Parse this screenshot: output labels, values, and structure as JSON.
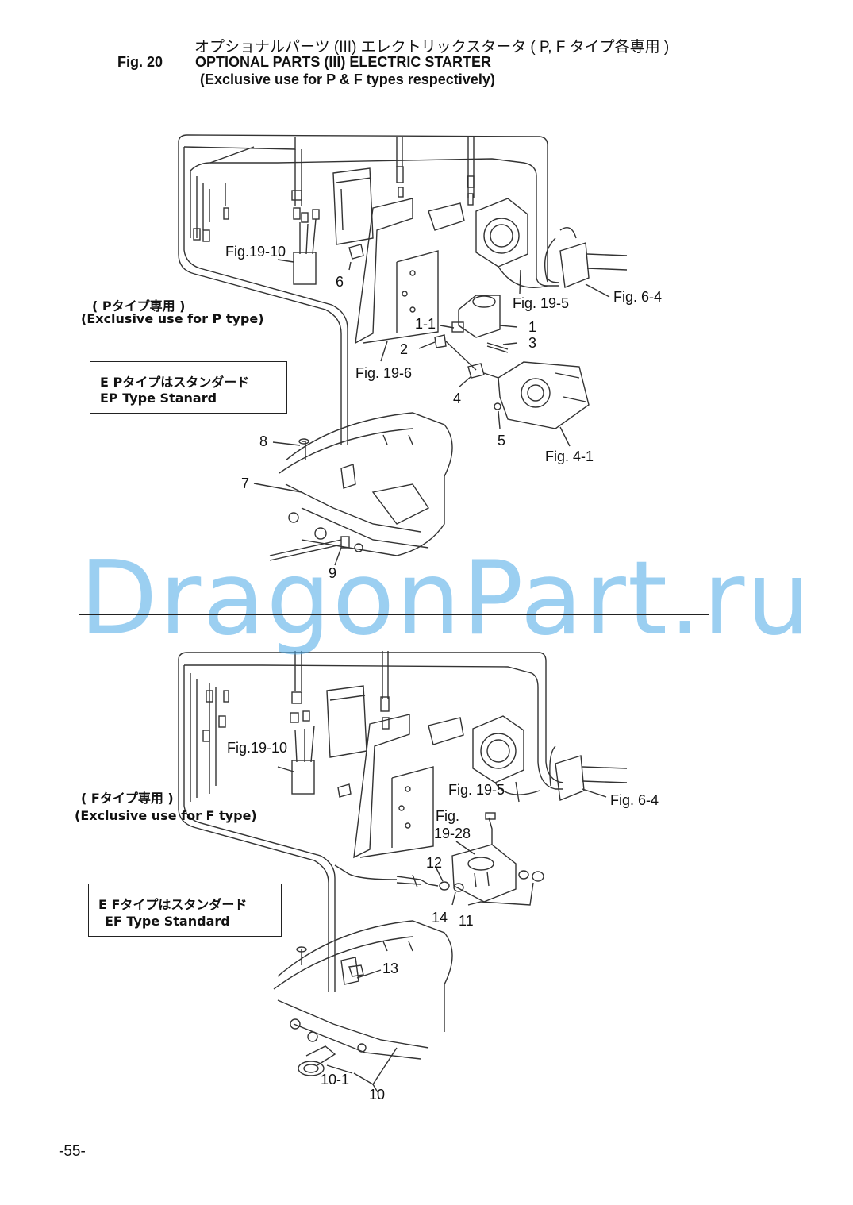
{
  "header": {
    "title_jp": "オプショナルパーツ (III) エレクトリックスタータ ( P, F タイプ各専用 )",
    "fig_number": "Fig. 20",
    "title_en": "OPTIONAL PARTS (III) ELECTRIC STARTER",
    "subtitle_en": "(Exclusive use for P & F types respectively)"
  },
  "top_diagram": {
    "type_label_jp": "( Pタイプ専用 )",
    "type_label_en": "(Exclusive use for P type)",
    "note_box": {
      "line_jp": "E Pタイプはスタンダード",
      "line_en": "EP Type Stanard"
    },
    "callouts": [
      "Fig.19-10",
      "6",
      "Fig. 19-5",
      "Fig. 6-4",
      "1-1",
      "1",
      "2",
      "3",
      "Fig. 19-6",
      "4",
      "5",
      "Fig. 4-1",
      "8",
      "7",
      "9"
    ]
  },
  "bottom_diagram": {
    "type_label_jp": "( Fタイプ専用 )",
    "type_label_en": "(Exclusive use for F type)",
    "note_box": {
      "line_jp": "E Fタイプはスタンダード",
      "line_en": "EF Type Standard"
    },
    "callouts": [
      "Fig.19-10",
      "Fig. 19-5",
      "Fig. 6-4",
      "Fig.",
      "19-28",
      "12",
      "14",
      "11",
      "13",
      "10-1",
      "10"
    ]
  },
  "watermark": "DragonPart.ru",
  "page_number": "-55-"
}
